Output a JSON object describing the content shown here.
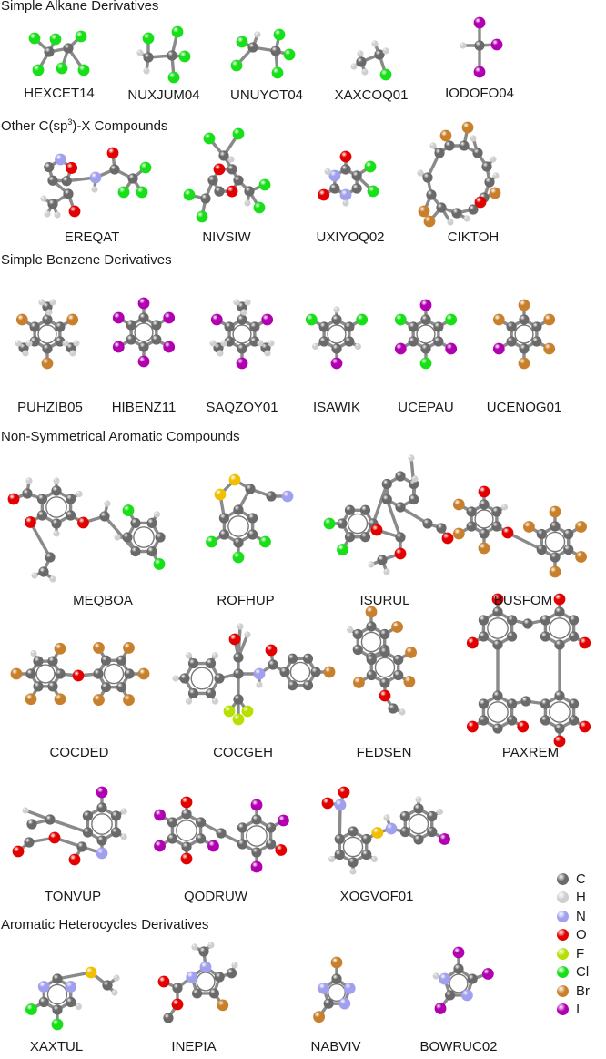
{
  "colors": {
    "C": "#6a6a6a",
    "H": "#cfcfcf",
    "N": "#a0a0ee",
    "O": "#e30000",
    "F": "#b5e000",
    "Cl": "#18e018",
    "Br": "#c8802c",
    "I": "#b000b0",
    "S": "#f0c000"
  },
  "sections": [
    {
      "title": "Simple Alkane Derivatives",
      "molecules": [
        "HEXCET14",
        "NUXJUM04",
        "UNUYOT04",
        "XAXCOQ01",
        "IODOFO04"
      ]
    },
    {
      "title_prefix": "Other C(sp",
      "title_sup": "3",
      "title_suffix": ")-X Compounds",
      "molecules": [
        "EREQAT",
        "NIVSIW",
        "UXIYOQ02",
        "CIKTOH"
      ]
    },
    {
      "title": "Simple Benzene Derivatives",
      "molecules": [
        "PUHZIB05",
        "HIBENZ11",
        "SAQZOY01",
        "ISAWIK",
        "UCEPAU",
        "UCENOG01"
      ]
    },
    {
      "title": "Non-Symmetrical Aromatic Compounds",
      "molecules": [
        "MEQBOA",
        "ROFHUP",
        "ISURUL",
        "BUSFOM",
        "COCDED",
        "COCGEH",
        "FEDSEN",
        "PAXREM",
        "TONVUP",
        "QODRUW",
        "XOGVOF01"
      ]
    },
    {
      "title": "Aromatic Heterocycles Derivatives",
      "molecules": [
        "XAXTUL",
        "INEPIA",
        "NABVIV",
        "BOWRUC02"
      ]
    }
  ],
  "legend": [
    {
      "symbol": "C",
      "icon": "sphere-icon"
    },
    {
      "symbol": "H",
      "icon": "sphere-icon"
    },
    {
      "symbol": "N",
      "icon": "sphere-icon"
    },
    {
      "symbol": "O",
      "icon": "sphere-icon"
    },
    {
      "symbol": "F",
      "icon": "sphere-icon"
    },
    {
      "symbol": "Cl",
      "icon": "sphere-icon"
    },
    {
      "symbol": "Br",
      "icon": "sphere-icon"
    },
    {
      "symbol": "I",
      "icon": "sphere-icon"
    }
  ]
}
